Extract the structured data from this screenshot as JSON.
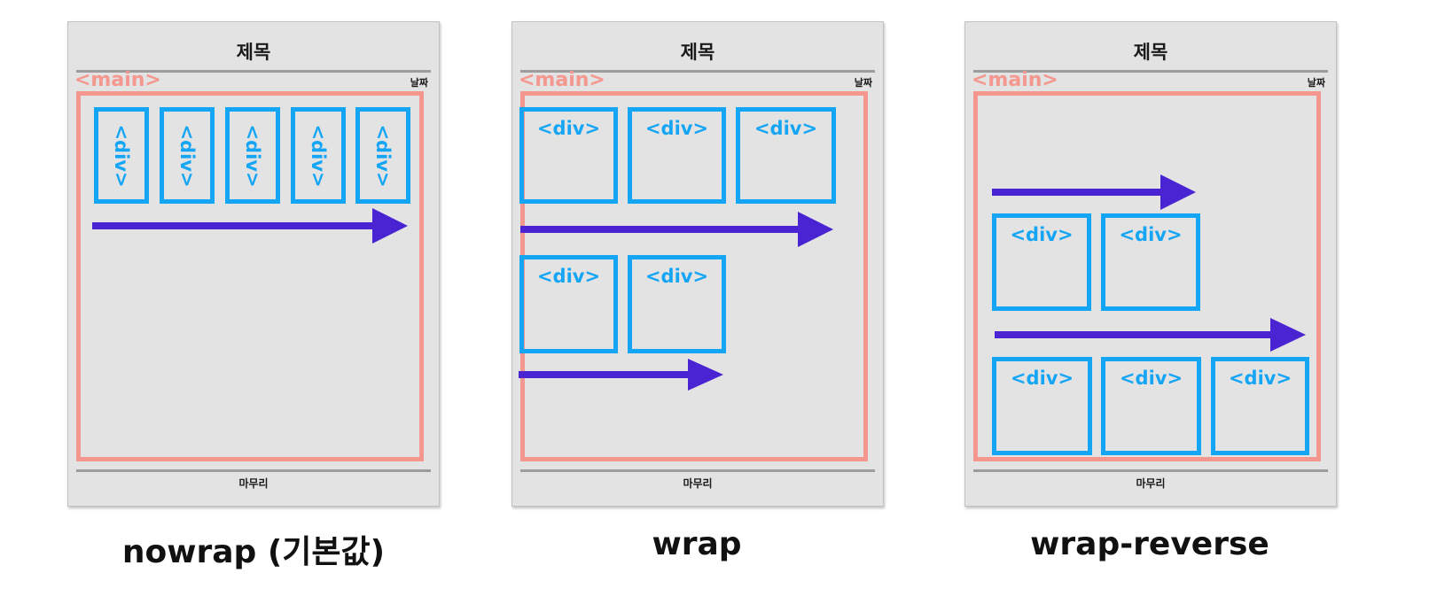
{
  "colors": {
    "main": "#f4978e",
    "div": "#15a5f5",
    "arrow": "#4a24d2",
    "panel": "#e3e3e3"
  },
  "panels": [
    {
      "title": "제목",
      "date": "날짜",
      "main_tag": "<main>",
      "div_label": "<div>",
      "footer": "마무리",
      "caption": "nowrap (기본값)"
    },
    {
      "title": "제목",
      "date": "날짜",
      "main_tag": "<main>",
      "div_label": "<div>",
      "footer": "마무리",
      "caption": "wrap"
    },
    {
      "title": "제목",
      "date": "날짜",
      "main_tag": "<main>",
      "div_label": "<div>",
      "footer": "마무리",
      "caption": "wrap-reverse"
    }
  ]
}
